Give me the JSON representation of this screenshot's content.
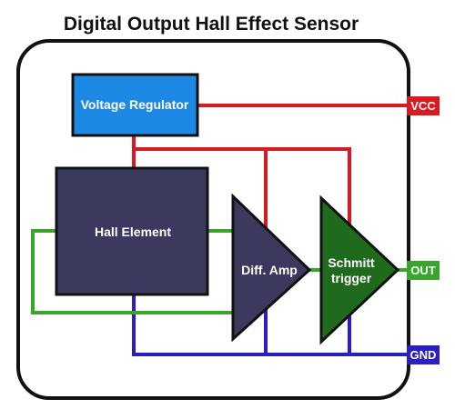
{
  "title": "Digital Output Hall Effect Sensor",
  "blocks": {
    "voltage_regulator": "Voltage Regulator",
    "hall_element": "Hall Element",
    "diff_amp": "Diff. Amp",
    "schmitt_line1": "Schmitt",
    "schmitt_line2": "trigger"
  },
  "pins": {
    "vcc": "VCC",
    "out": "OUT",
    "gnd": "GND"
  },
  "colors": {
    "power": "#d81b23",
    "signal": "#3aa52b",
    "ground": "#2b1fc4",
    "regulator_fill": "#1e88e5",
    "hall_fill": "#3b3a5e",
    "schmitt_fill": "#1f6a1d"
  }
}
